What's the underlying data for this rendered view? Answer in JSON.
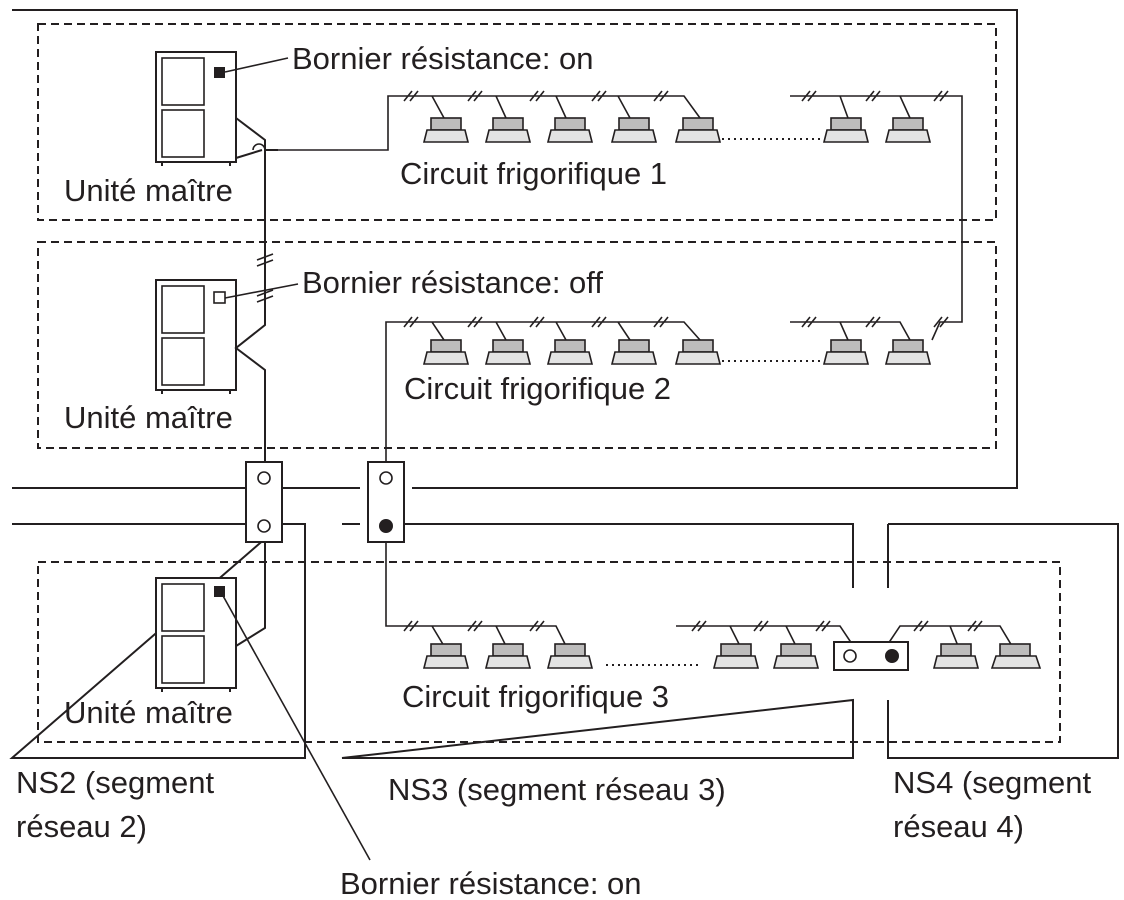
{
  "labels": {
    "terminal_on_1": "Bornier résistance: on",
    "terminal_off": "Bornier résistance: off",
    "terminal_on_3": "Bornier résistance: on",
    "master_1": "Unité maître",
    "master_2": "Unité maître",
    "master_3": "Unité maître",
    "circuit_1": "Circuit frigorifique 1",
    "circuit_2": "Circuit frigorifique 2",
    "circuit_3": "Circuit frigorifique 3",
    "ns2_line1": "NS2 (segment",
    "ns2_line2": "réseau 2)",
    "ns3": "NS3 (segment réseau 3)",
    "ns4_line1": "NS4 (segment",
    "ns4_line2": "réseau 4)"
  },
  "colors": {
    "line": "#231f20",
    "unit_body": "#ffffff",
    "indoor_unit_top": "#bdbcbc",
    "indoor_unit_panel": "#e3e3e3"
  },
  "terminal_states": {
    "master_1": "on",
    "master_2": "off",
    "master_3": "on"
  }
}
